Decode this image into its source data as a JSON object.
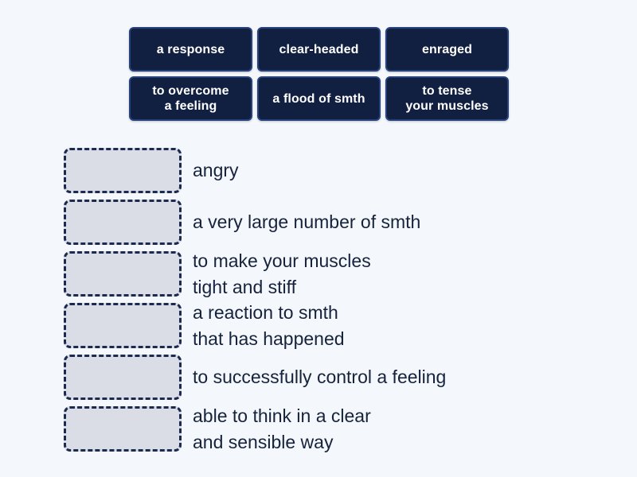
{
  "activity": {
    "type": "match-up",
    "background_color": "#f4f7fb"
  },
  "tiles": {
    "fill_color": "#111f41",
    "border_color": "#27417a",
    "text_color": "#ffffff",
    "items": [
      {
        "label": "a response"
      },
      {
        "label": "clear-headed"
      },
      {
        "label": "enraged"
      },
      {
        "label": "to overcome\na feeling"
      },
      {
        "label": "a flood of smth"
      },
      {
        "label": "to tense\nyour muscles"
      }
    ]
  },
  "definitions": {
    "drop_zone_fill": "#dadde6",
    "drop_zone_border": "#1b2a4e",
    "text_color": "#16233c",
    "items": [
      {
        "text": "angry",
        "drop_zone_value": ""
      },
      {
        "text": "a very large number of smth",
        "drop_zone_value": ""
      },
      {
        "text": "to make your muscles\ntight and stiff",
        "drop_zone_value": ""
      },
      {
        "text": "a reaction to smth\nthat has happened",
        "drop_zone_value": ""
      },
      {
        "text": "to successfully control a feeling",
        "drop_zone_value": ""
      },
      {
        "text": "able to think in a clear\nand sensible way",
        "drop_zone_value": ""
      }
    ]
  }
}
